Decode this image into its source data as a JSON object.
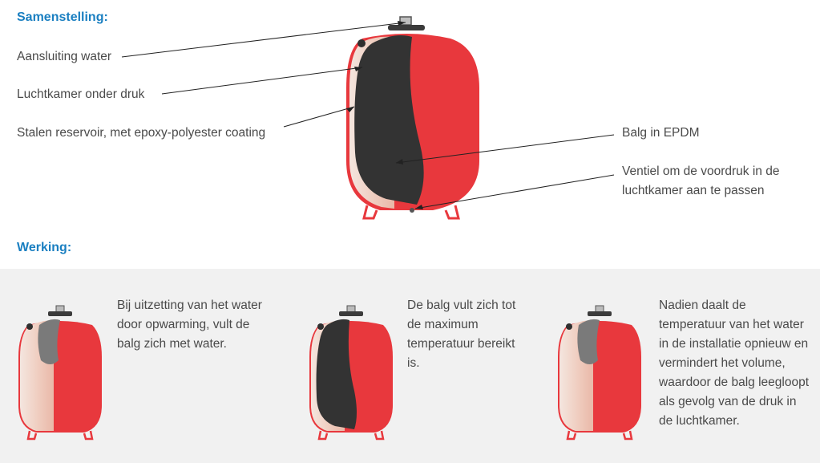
{
  "sections": {
    "composition_title": "Samenstelling:",
    "operation_title": "Werking:"
  },
  "labels": {
    "water_connection": "Aansluiting water",
    "air_chamber": "Luchtkamer onder druk",
    "steel_tank": "Stalen reservoir, met epoxy-polyester coating",
    "bellows": "Balg in EPDM",
    "valve": "Ventiel om de voordruk in de luchtkamer aan te passen"
  },
  "steps": [
    {
      "text": "Bij uitzetting van het water door opwarming, vult de balg zich met water."
    },
    {
      "text": "De balg vult zich tot de maximum temperatuur bereikt is."
    },
    {
      "text": "Nadien daalt de temperatuur van het water in de installatie opnieuw en vermindert het volume, waardoor de balg leegloopt als gevolg van de druk in de luchtkamer."
    }
  ],
  "colors": {
    "title_blue": "#1a7fc1",
    "tank_red": "#e8383d",
    "tank_cream": "#f3d9cf",
    "bellows_dark": "#333333",
    "bellows_partial": "#7a7a7a",
    "panel_gray": "#f1f1f1"
  }
}
